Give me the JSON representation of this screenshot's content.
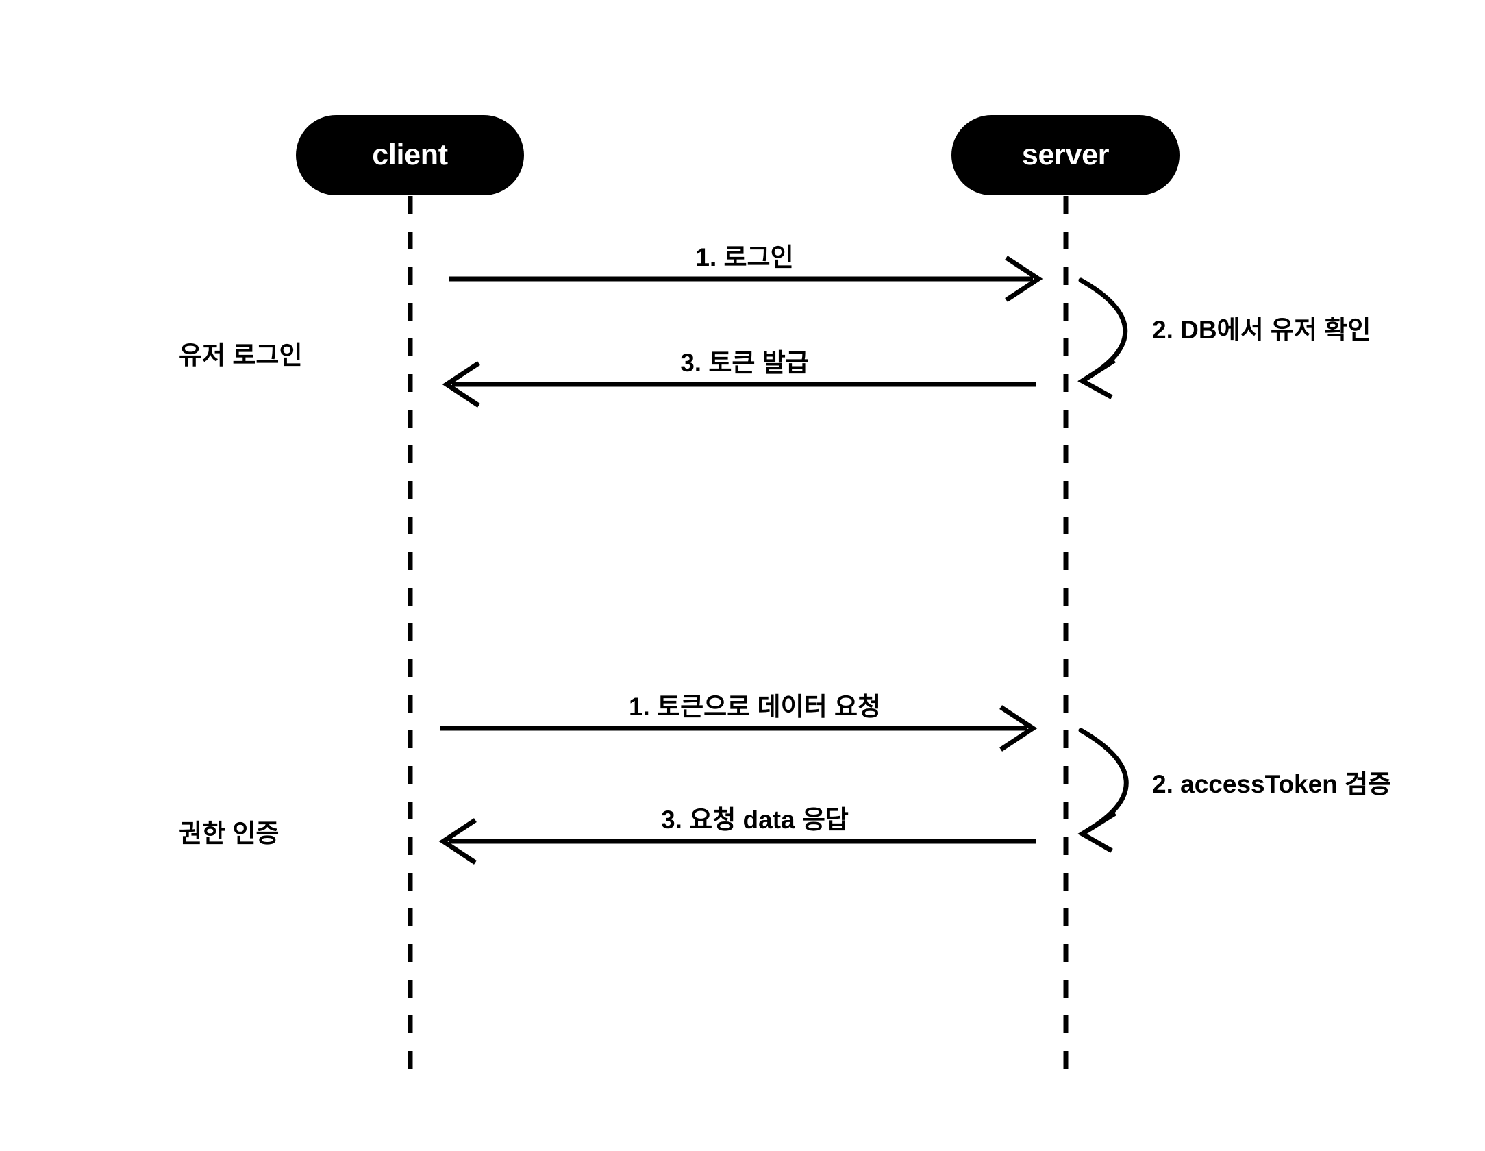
{
  "diagram": {
    "title": "client-server authentication sequence diagram",
    "background_color": "#ffffff",
    "stroke_color": "#000000",
    "actor_fill_color": "#000000",
    "actor_text_color": "#ffffff",
    "actors": [
      {
        "id": "client",
        "label": "client"
      },
      {
        "id": "server",
        "label": "server"
      }
    ],
    "sections": [
      {
        "id": "user-login",
        "label": "유저 로그인",
        "messages": [
          {
            "id": "login-request",
            "label": "1. 로그인",
            "from": "client",
            "to": "server",
            "kind": "arrow-right"
          },
          {
            "id": "db-user-check",
            "label": "2. DB에서 유저 확인",
            "from": "server",
            "to": "server",
            "kind": "self-loop"
          },
          {
            "id": "token-issue",
            "label": "3. 토큰 발급",
            "from": "server",
            "to": "client",
            "kind": "arrow-left"
          }
        ]
      },
      {
        "id": "authorization",
        "label": "권한 인증",
        "messages": [
          {
            "id": "data-request-with-token",
            "label": "1. 토큰으로 데이터 요청",
            "from": "client",
            "to": "server",
            "kind": "arrow-right"
          },
          {
            "id": "access-token-verify",
            "label": "2. accessToken 검증",
            "from": "server",
            "to": "server",
            "kind": "self-loop"
          },
          {
            "id": "data-response",
            "label": "3. 요청 data 응답",
            "from": "server",
            "to": "client",
            "kind": "arrow-left"
          }
        ]
      }
    ]
  }
}
